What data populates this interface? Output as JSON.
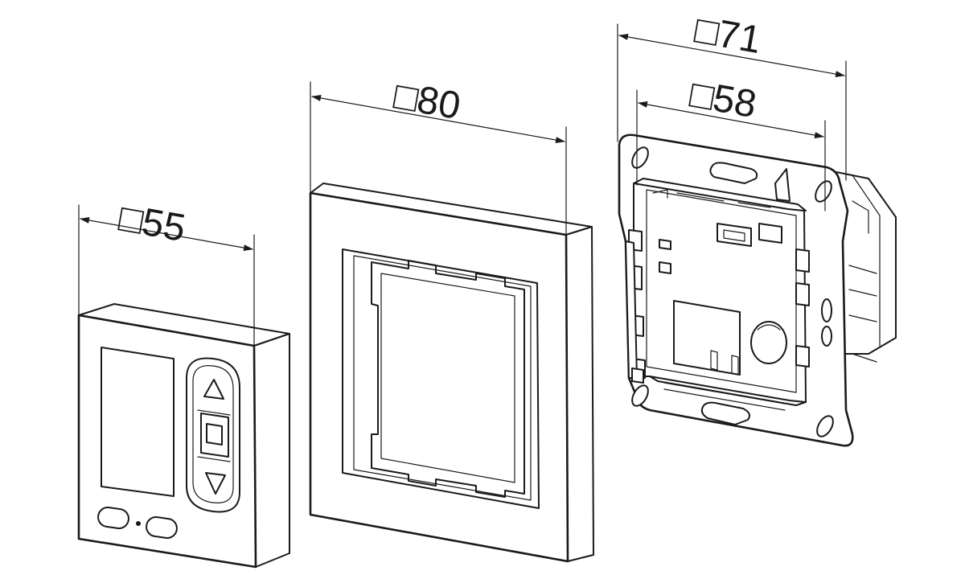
{
  "dimensions": {
    "display_unit": {
      "symbol": "□",
      "value": "55"
    },
    "frame": {
      "symbol": "□",
      "value": "80"
    },
    "insert_outer": {
      "symbol": "□",
      "value": "71"
    },
    "insert_inner": {
      "symbol": "□",
      "value": "58"
    }
  },
  "display_unit": {
    "up_button_icon": "triangle-up",
    "stop_button_icon": "square",
    "down_button_icon": "triangle-down",
    "up_glyph": "△",
    "down_glyph": "▽"
  },
  "colors": {
    "line": "#1a1a1a",
    "background": "#ffffff"
  }
}
